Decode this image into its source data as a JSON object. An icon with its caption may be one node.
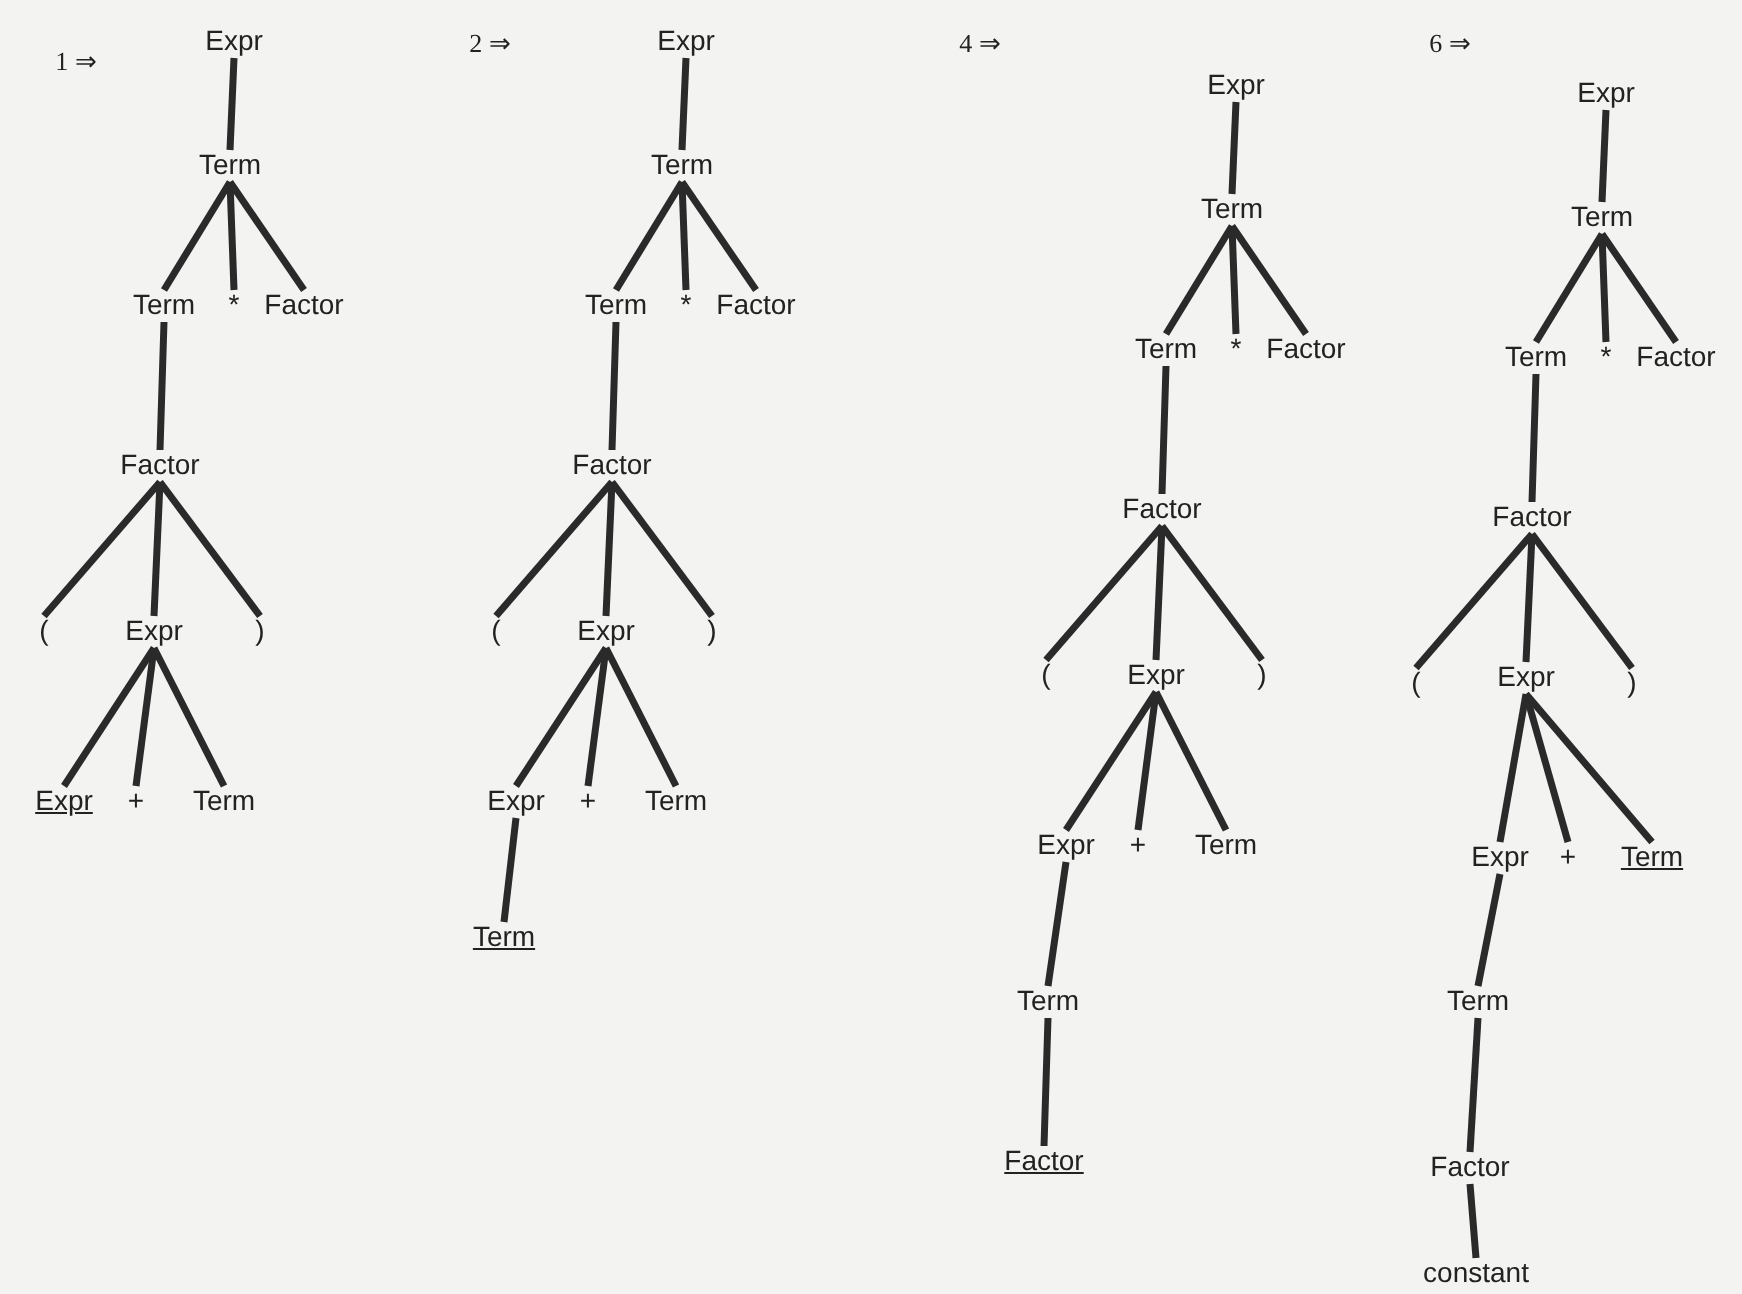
{
  "diagram": {
    "nodes": [
      {
        "text": [
          "Expr"
        ]
      },
      {
        "text": [
          "Term"
        ]
      },
      {
        "text": [
          "Term"
        ]
      },
      {
        "text": [
          "*"
        ]
      },
      {
        "text": [
          "Factor"
        ]
      },
      {
        "text": [
          "Factor"
        ]
      },
      {
        "text": [
          "("
        ]
      },
      {
        "text": [
          "Expr"
        ]
      },
      {
        "text": [
          ")"
        ]
      },
      {
        "text": [
          "Expr"
        ]
      },
      {
        "text": [
          "+"
        ]
      },
      {
        "text": [
          "Term"
        ]
      },
      {
        "text": [
          "Expr"
        ]
      },
      {
        "text": [
          "Term"
        ]
      },
      {
        "text": [
          "Term"
        ]
      },
      {
        "text": [
          "*"
        ]
      },
      {
        "text": [
          "Factor"
        ]
      },
      {
        "text": [
          "Factor"
        ]
      },
      {
        "text": [
          "("
        ]
      },
      {
        "text": [
          "Expr"
        ]
      },
      {
        "text": [
          ")"
        ]
      },
      {
        "text": [
          "Expr"
        ]
      },
      {
        "text": [
          "+"
        ]
      },
      {
        "text": [
          "Term"
        ]
      },
      {
        "text": [
          "Term"
        ]
      },
      {
        "text": [
          "Expr"
        ]
      },
      {
        "text": [
          "Term"
        ]
      },
      {
        "text": [
          "Term"
        ]
      },
      {
        "text": [
          "*"
        ]
      },
      {
        "text": [
          "Factor"
        ]
      },
      {
        "text": [
          "Factor"
        ]
      },
      {
        "text": [
          "("
        ]
      },
      {
        "text": [
          "Expr"
        ]
      },
      {
        "text": [
          ")"
        ]
      },
      {
        "text": [
          "Expr"
        ]
      },
      {
        "text": [
          "+"
        ]
      },
      {
        "text": [
          "Term"
        ]
      },
      {
        "text": [
          "Term"
        ]
      },
      {
        "text": [
          "Factor"
        ]
      },
      {
        "text": [
          "Expr"
        ]
      },
      {
        "text": [
          "Term"
        ]
      },
      {
        "text": [
          "Term"
        ]
      },
      {
        "text": [
          "*"
        ]
      },
      {
        "text": [
          "Factor"
        ]
      },
      {
        "text": [
          "Factor"
        ]
      },
      {
        "text": [
          "("
        ]
      },
      {
        "text": [
          "Expr"
        ]
      },
      {
        "text": [
          ")"
        ]
      },
      {
        "text": [
          "Expr"
        ]
      },
      {
        "text": [
          "+"
        ]
      },
      {
        "text": [
          "Term"
        ]
      },
      {
        "text": [
          "Term"
        ]
      },
      {
        "text": [
          "Factor"
        ]
      },
      {
        "text": [
          "constant"
        ]
      }
    ],
    "edges": [
      {
        "from": 0,
        "to": 1,
        "arrow": "none"
      },
      {
        "from": 1,
        "to": 2,
        "arrow": "none"
      },
      {
        "from": 1,
        "to": 3,
        "arrow": "none"
      },
      {
        "from": 1,
        "to": 4,
        "arrow": "none"
      },
      {
        "from": 2,
        "to": 5,
        "arrow": "none"
      },
      {
        "from": 5,
        "to": 6,
        "arrow": "none"
      },
      {
        "from": 5,
        "to": 7,
        "arrow": "none"
      },
      {
        "from": 5,
        "to": 8,
        "arrow": "none"
      },
      {
        "from": 7,
        "to": 9,
        "arrow": "none"
      },
      {
        "from": 7,
        "to": 10,
        "arrow": "none"
      },
      {
        "from": 7,
        "to": 11,
        "arrow": "none"
      },
      {
        "from": 12,
        "to": 13,
        "arrow": "none"
      },
      {
        "from": 13,
        "to": 14,
        "arrow": "none"
      },
      {
        "from": 13,
        "to": 15,
        "arrow": "none"
      },
      {
        "from": 13,
        "to": 16,
        "arrow": "none"
      },
      {
        "from": 14,
        "to": 17,
        "arrow": "none"
      },
      {
        "from": 17,
        "to": 18,
        "arrow": "none"
      },
      {
        "from": 17,
        "to": 19,
        "arrow": "none"
      },
      {
        "from": 17,
        "to": 20,
        "arrow": "none"
      },
      {
        "from": 19,
        "to": 21,
        "arrow": "none"
      },
      {
        "from": 19,
        "to": 22,
        "arrow": "none"
      },
      {
        "from": 19,
        "to": 23,
        "arrow": "none"
      },
      {
        "from": 21,
        "to": 24,
        "arrow": "none"
      },
      {
        "from": 25,
        "to": 26,
        "arrow": "none"
      },
      {
        "from": 26,
        "to": 27,
        "arrow": "none"
      },
      {
        "from": 26,
        "to": 28,
        "arrow": "none"
      },
      {
        "from": 26,
        "to": 29,
        "arrow": "none"
      },
      {
        "from": 27,
        "to": 30,
        "arrow": "none"
      },
      {
        "from": 30,
        "to": 31,
        "arrow": "none"
      },
      {
        "from": 30,
        "to": 32,
        "arrow": "none"
      },
      {
        "from": 30,
        "to": 33,
        "arrow": "none"
      },
      {
        "from": 32,
        "to": 34,
        "arrow": "none"
      },
      {
        "from": 32,
        "to": 35,
        "arrow": "none"
      },
      {
        "from": 32,
        "to": 36,
        "arrow": "none"
      },
      {
        "from": 34,
        "to": 37,
        "arrow": "none"
      },
      {
        "from": 37,
        "to": 38,
        "arrow": "none"
      },
      {
        "from": 39,
        "to": 40,
        "arrow": "none"
      },
      {
        "from": 40,
        "to": 41,
        "arrow": "none"
      },
      {
        "from": 40,
        "to": 42,
        "arrow": "none"
      },
      {
        "from": 40,
        "to": 43,
        "arrow": "none"
      },
      {
        "from": 41,
        "to": 44,
        "arrow": "none"
      },
      {
        "from": 44,
        "to": 45,
        "arrow": "none"
      },
      {
        "from": 44,
        "to": 46,
        "arrow": "none"
      },
      {
        "from": 44,
        "to": 47,
        "arrow": "none"
      },
      {
        "from": 46,
        "to": 48,
        "arrow": "none"
      },
      {
        "from": 46,
        "to": 49,
        "arrow": "none"
      },
      {
        "from": 46,
        "to": 50,
        "arrow": "none"
      },
      {
        "from": 48,
        "to": 51,
        "arrow": "none"
      },
      {
        "from": 51,
        "to": 52,
        "arrow": "none"
      },
      {
        "from": 52,
        "to": 53,
        "arrow": "none"
      }
    ],
    "labels": [
      "1 ⇒",
      "2 ⇒",
      "4 ⇒",
      "6 ⇒"
    ]
  }
}
